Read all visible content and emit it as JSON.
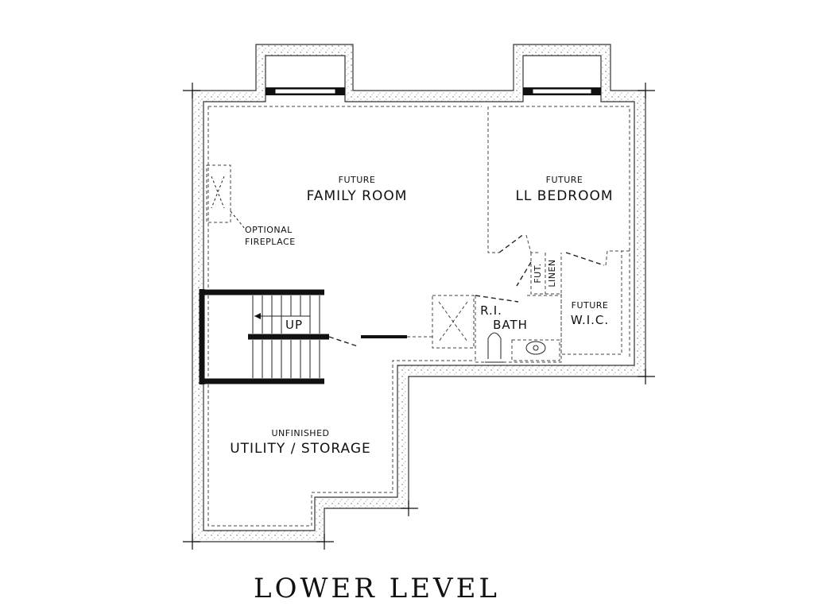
{
  "plan": {
    "title": "LOWER LEVEL",
    "rooms": {
      "family_room": {
        "note": "FUTURE",
        "name": "FAMILY ROOM"
      },
      "bedroom": {
        "note": "FUTURE",
        "name": "LL BEDROOM"
      },
      "utility": {
        "note": "UNFINISHED",
        "name": "UTILITY / STORAGE"
      },
      "bath": {
        "note": "R.I.",
        "name": "BATH"
      },
      "wic": {
        "note": "FUTURE",
        "name": "W.I.C."
      }
    },
    "fireplace": {
      "line1": "OPTIONAL",
      "line2": "FIREPLACE"
    },
    "stairs": {
      "label": "UP"
    },
    "closets": {
      "fut": "FUT.",
      "linen": "LINEN"
    }
  }
}
